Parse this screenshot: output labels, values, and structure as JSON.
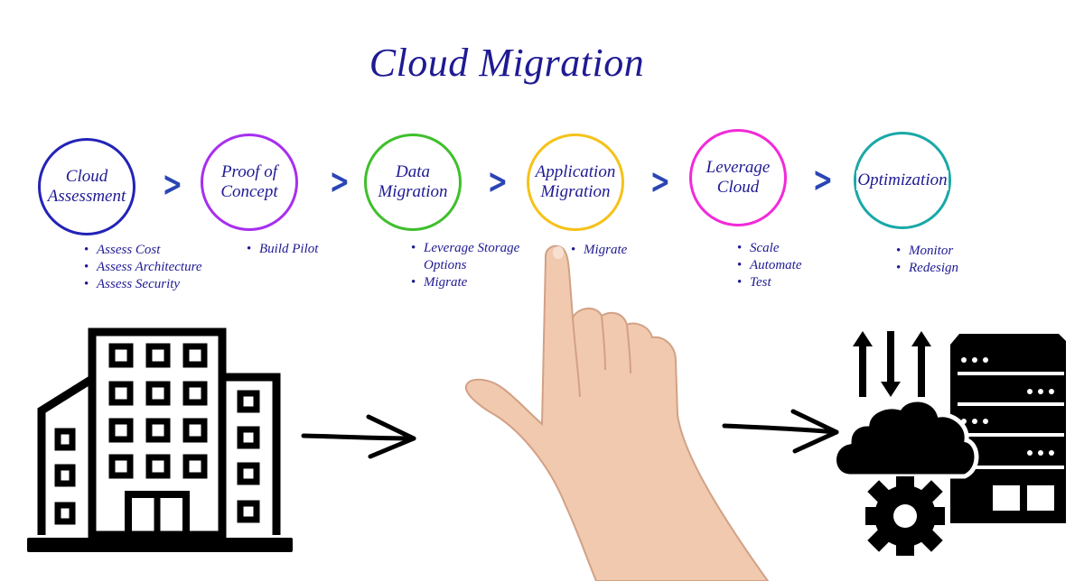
{
  "title": "Cloud Migration",
  "stages": [
    {
      "name": "Cloud\nAssessment",
      "color": "#2323b8",
      "bullets": [
        "Assess Cost",
        "Assess Architecture",
        "Assess Security"
      ]
    },
    {
      "name": "Proof of\nConcept",
      "color": "#a72ff0",
      "bullets": [
        "Build Pilot"
      ]
    },
    {
      "name": "Data\nMigration",
      "color": "#3fbf2c",
      "bullets": [
        "Leverage Storage",
        "Options",
        "Migrate"
      ]
    },
    {
      "name": "Application\nMigration",
      "color": "#f5c21a",
      "bullets": [
        "Migrate"
      ]
    },
    {
      "name": "Leverage\nCloud",
      "color": "#f22ad9",
      "bullets": [
        "Scale",
        "Automate",
        "Test"
      ]
    },
    {
      "name": "Optimization",
      "color": "#1aa8a8",
      "bullets": [
        "Monitor",
        "Redesign"
      ]
    }
  ],
  "icons": {
    "left": "office-building-icon",
    "middle": "pointing-hand",
    "right": "cloud-server-icon"
  }
}
